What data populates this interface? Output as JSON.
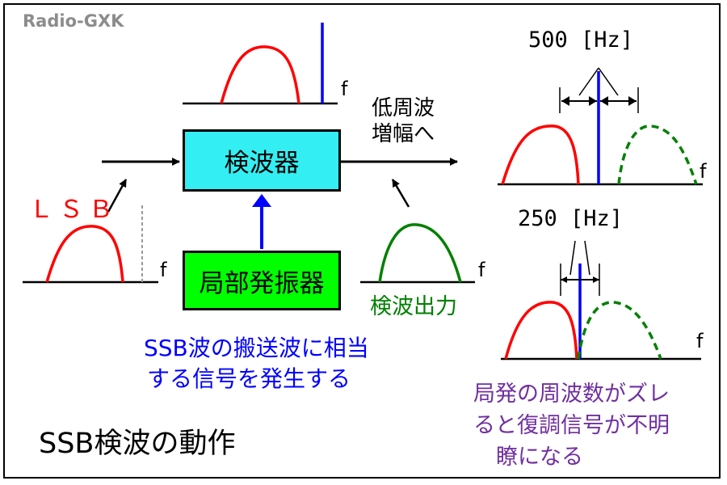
{
  "watermark": "Radio-GXK",
  "title": "SSB検波の動作",
  "blocks": {
    "detector": "検波器",
    "local_oscillator": "局部発振器"
  },
  "labels": {
    "lsb": "ＬＳＢ",
    "low_freq_amp_line1": "低周波",
    "low_freq_amp_line2": "増幅へ",
    "detector_output": "検波出力",
    "carrier_note_line1": "SSB波の搬送波に相当",
    "carrier_note_line2": "する信号を発生する",
    "freq_axis": "f"
  },
  "offsets": {
    "offset_500": "500 [Hz]",
    "offset_250": "250 [Hz]"
  },
  "drift_note": {
    "line1": "局発の周波数がズレ",
    "line2": "ると復調信号が不明",
    "line3": "瞭になる"
  },
  "colors": {
    "lsb_signal": "#ff0000",
    "carrier_line": "#0000ff",
    "detector_output": "#008000",
    "detector_box": "#33eef2",
    "oscillator_box": "#00ff00",
    "drift_note": "#7030a0"
  }
}
